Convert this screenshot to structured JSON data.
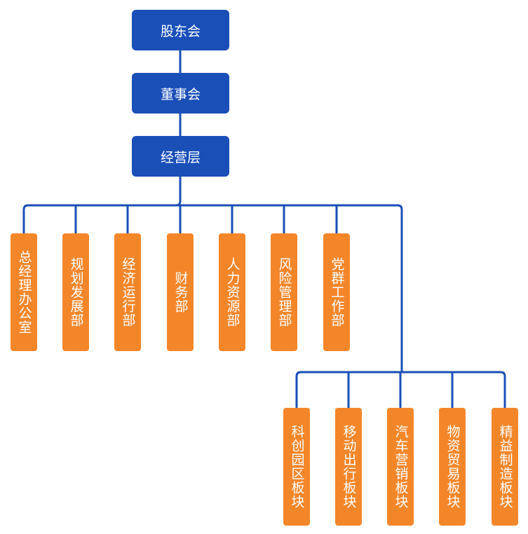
{
  "diagram": {
    "top": [
      {
        "id": "shareholders",
        "label": "股东会"
      },
      {
        "id": "board",
        "label": "董事会"
      },
      {
        "id": "management",
        "label": "经营层"
      }
    ],
    "departments": [
      {
        "id": "gm-office",
        "label": "总经理办公室"
      },
      {
        "id": "planning",
        "label": "规划发展部"
      },
      {
        "id": "economic-ops",
        "label": "经济运行部"
      },
      {
        "id": "finance",
        "label": "财务部"
      },
      {
        "id": "hr",
        "label": "人力资源部"
      },
      {
        "id": "risk",
        "label": "风险管理部"
      },
      {
        "id": "party",
        "label": "党群工作部"
      }
    ],
    "segments": [
      {
        "id": "tech-park",
        "label": "科创园区板块"
      },
      {
        "id": "mobility",
        "label": "移动出行板块"
      },
      {
        "id": "auto-sales",
        "label": "汽车营销板块"
      },
      {
        "id": "trade",
        "label": "物资贸易板块"
      },
      {
        "id": "manufacturing",
        "label": "精益制造板块"
      }
    ],
    "colors": {
      "top_node": "#1a4fb8",
      "dept_node": "#f4862a",
      "connector": "#1a4fb8",
      "text": "#ffffff"
    }
  }
}
